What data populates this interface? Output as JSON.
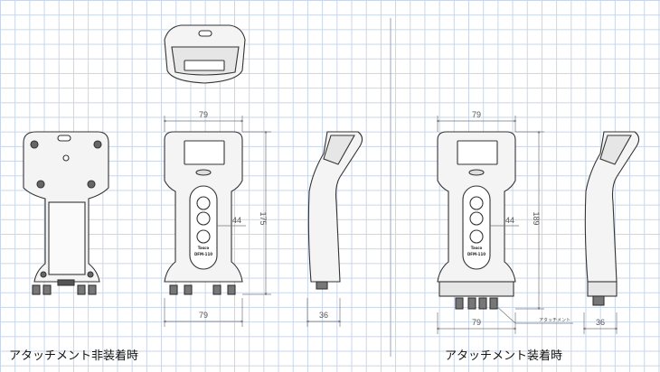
{
  "captions": {
    "left": "アタッチメント非装着時",
    "right": "アタッチメント装着時"
  },
  "dimensions": {
    "left_top_width": "79",
    "left_height": "175",
    "left_button_width": "44",
    "left_bottom_width": "79",
    "left_depth": "36",
    "right_top_width": "79",
    "right_height": "189",
    "right_button_width": "44",
    "right_bottom_width": "79",
    "right_depth": "36"
  },
  "callout_label": "アタッチメント",
  "brand_label": "Tasco",
  "model_label": "DFM-110"
}
